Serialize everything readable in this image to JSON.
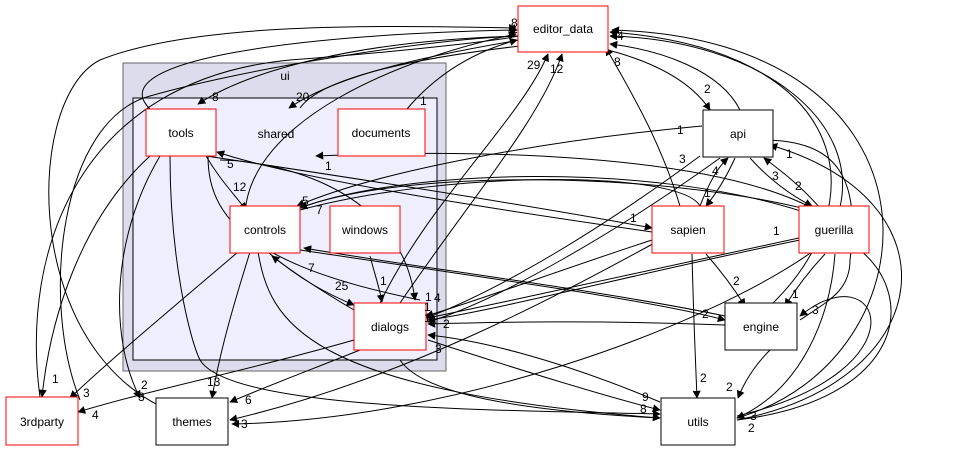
{
  "clusters": {
    "ui": {
      "label": "ui"
    },
    "shared": {
      "label": "shared"
    }
  },
  "nodes": {
    "editor_data": {
      "label": "editor_data",
      "border": "#ff0000"
    },
    "tools": {
      "label": "tools",
      "border": "#ff0000"
    },
    "documents": {
      "label": "documents",
      "border": "#ff0000"
    },
    "controls": {
      "label": "controls",
      "border": "#ff0000"
    },
    "windows": {
      "label": "windows",
      "border": "#ff0000"
    },
    "dialogs": {
      "label": "dialogs",
      "border": "#ff0000"
    },
    "api": {
      "label": "api",
      "border": "#000000"
    },
    "sapien": {
      "label": "sapien",
      "border": "#ff0000"
    },
    "guerilla": {
      "label": "guerilla",
      "border": "#ff0000"
    },
    "engine": {
      "label": "engine",
      "border": "#000000"
    },
    "utils": {
      "label": "utils",
      "border": "#000000"
    },
    "thirdparty": {
      "label": "3rdparty",
      "border": "#ff0000"
    },
    "themes": {
      "label": "themes",
      "border": "#000000"
    }
  },
  "edge_labels": {
    "l01": "8",
    "l02": "1",
    "l03": "4",
    "l04": "29",
    "l05": "12",
    "l06": "8",
    "l07": "2",
    "l08": "20",
    "l09": "1",
    "l10": "8",
    "l11": "1",
    "l12": "5",
    "l13": "12",
    "l14": "1",
    "l15": "4",
    "l16": "3",
    "l17": "1",
    "l18": "1",
    "l19": "5",
    "l20": "7",
    "l21": "1",
    "l22": "3",
    "l23": "2",
    "l24": "1",
    "l25": "1",
    "l26": "7",
    "l27": "25",
    "l28": "1",
    "l29": "4",
    "l30": "1",
    "l31": "1",
    "l32": "2",
    "l33": "2",
    "l34": "1",
    "l35": "3",
    "l36": "3",
    "l37": "2",
    "l38": "2",
    "l39": "2",
    "l40": "9",
    "l41": "8",
    "l42": "3",
    "l43": "2",
    "l44": "1",
    "l45": "3",
    "l46": "4",
    "l47": "2",
    "l48": "13",
    "l49": "6",
    "l50": "3",
    "l51": "3"
  }
}
